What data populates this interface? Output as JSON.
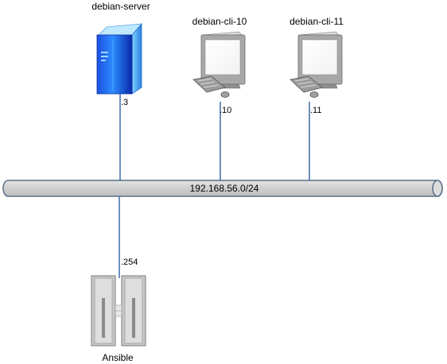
{
  "network": {
    "label": "192.168.56.0/24",
    "colors": {
      "link": "#6c8ebf",
      "bus_fill": "#d5d5d5",
      "bus_stroke": "#5a6f8a"
    }
  },
  "nodes": [
    {
      "id": "server",
      "name": "debian-server",
      "icon": "server-tower-icon",
      "ip_suffix": ".3"
    },
    {
      "id": "cli10",
      "name": "debian-cli-10",
      "icon": "workstation-icon",
      "ip_suffix": ".10"
    },
    {
      "id": "cli11",
      "name": "debian-cli-11",
      "icon": "workstation-icon",
      "ip_suffix": ".11"
    },
    {
      "id": "ansible",
      "name": "Ansible",
      "icon": "rack-server-icon",
      "ip_suffix": ".254"
    }
  ]
}
